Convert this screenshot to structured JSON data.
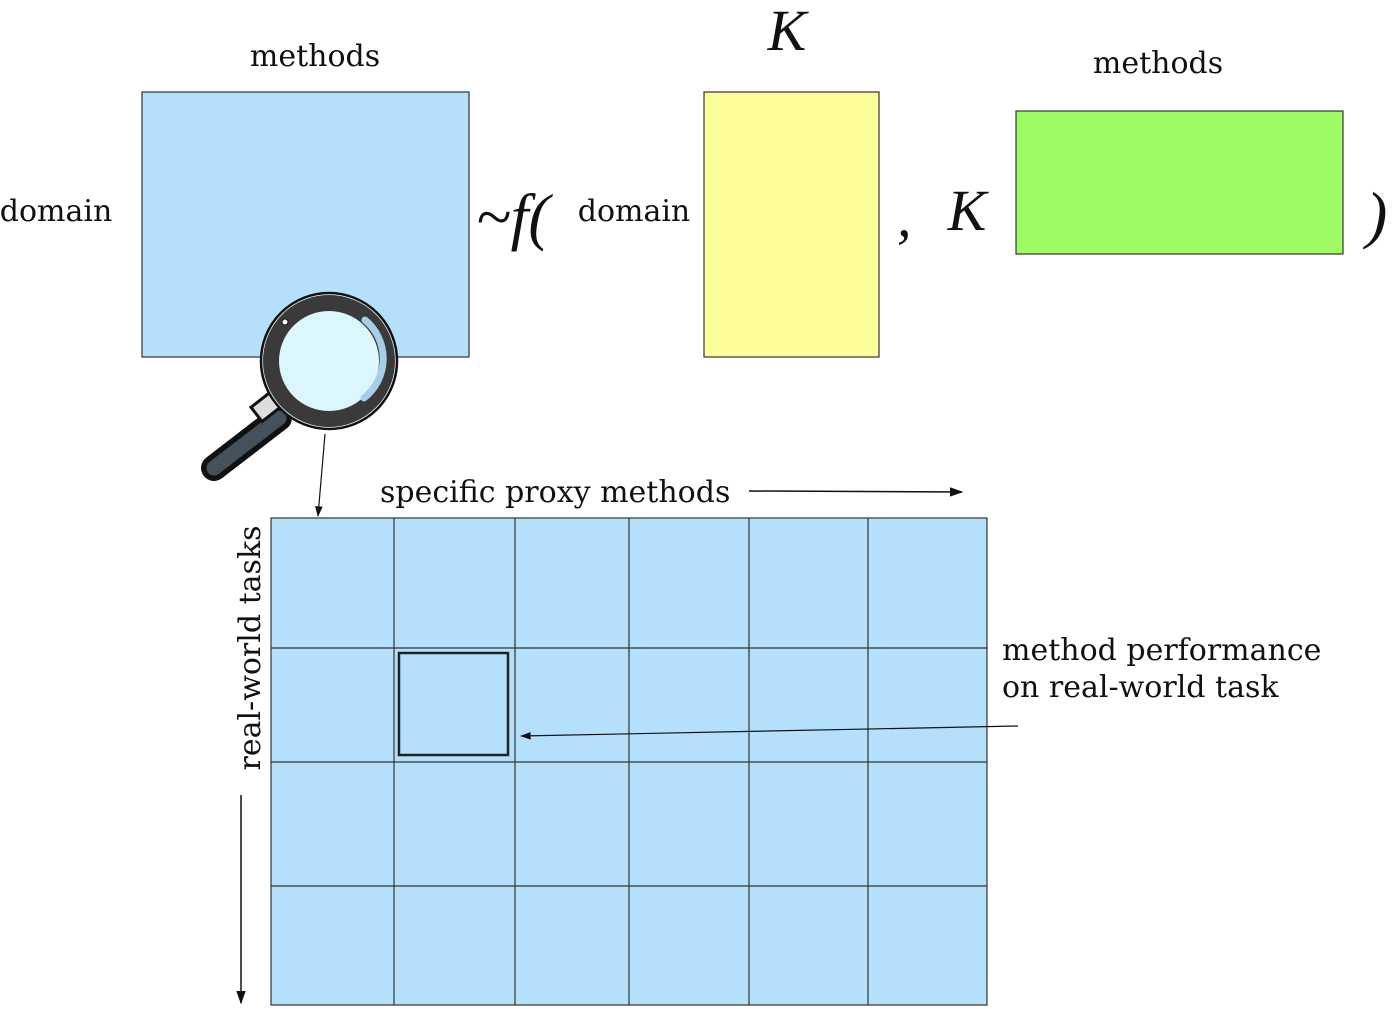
{
  "colors": {
    "matrix_blue": "#b5e0fb",
    "factor_yellow": "#fdfd9a",
    "factor_green": "#9dfc64",
    "lens": "#dbf6fd",
    "ink": "#111111"
  },
  "full_matrix": {
    "row_label": "domain",
    "col_label": "methods"
  },
  "equation": {
    "tilde_f": "~f(",
    "left_factor": {
      "row_label": "domain",
      "col_label": "K"
    },
    "comma": ",",
    "right_factor": {
      "row_label": "K",
      "col_label": "methods"
    },
    "close_paren": ")"
  },
  "magnifier": {
    "icon": "magnifying-glass-icon"
  },
  "zoom_grid": {
    "col_axis_label": "specific proxy methods",
    "row_axis_label": "real-world tasks",
    "rows": 4,
    "cols": 6,
    "highlighted_cell": {
      "row": 1,
      "col": 1
    },
    "callout": [
      "method performance",
      "on real-world task"
    ]
  }
}
